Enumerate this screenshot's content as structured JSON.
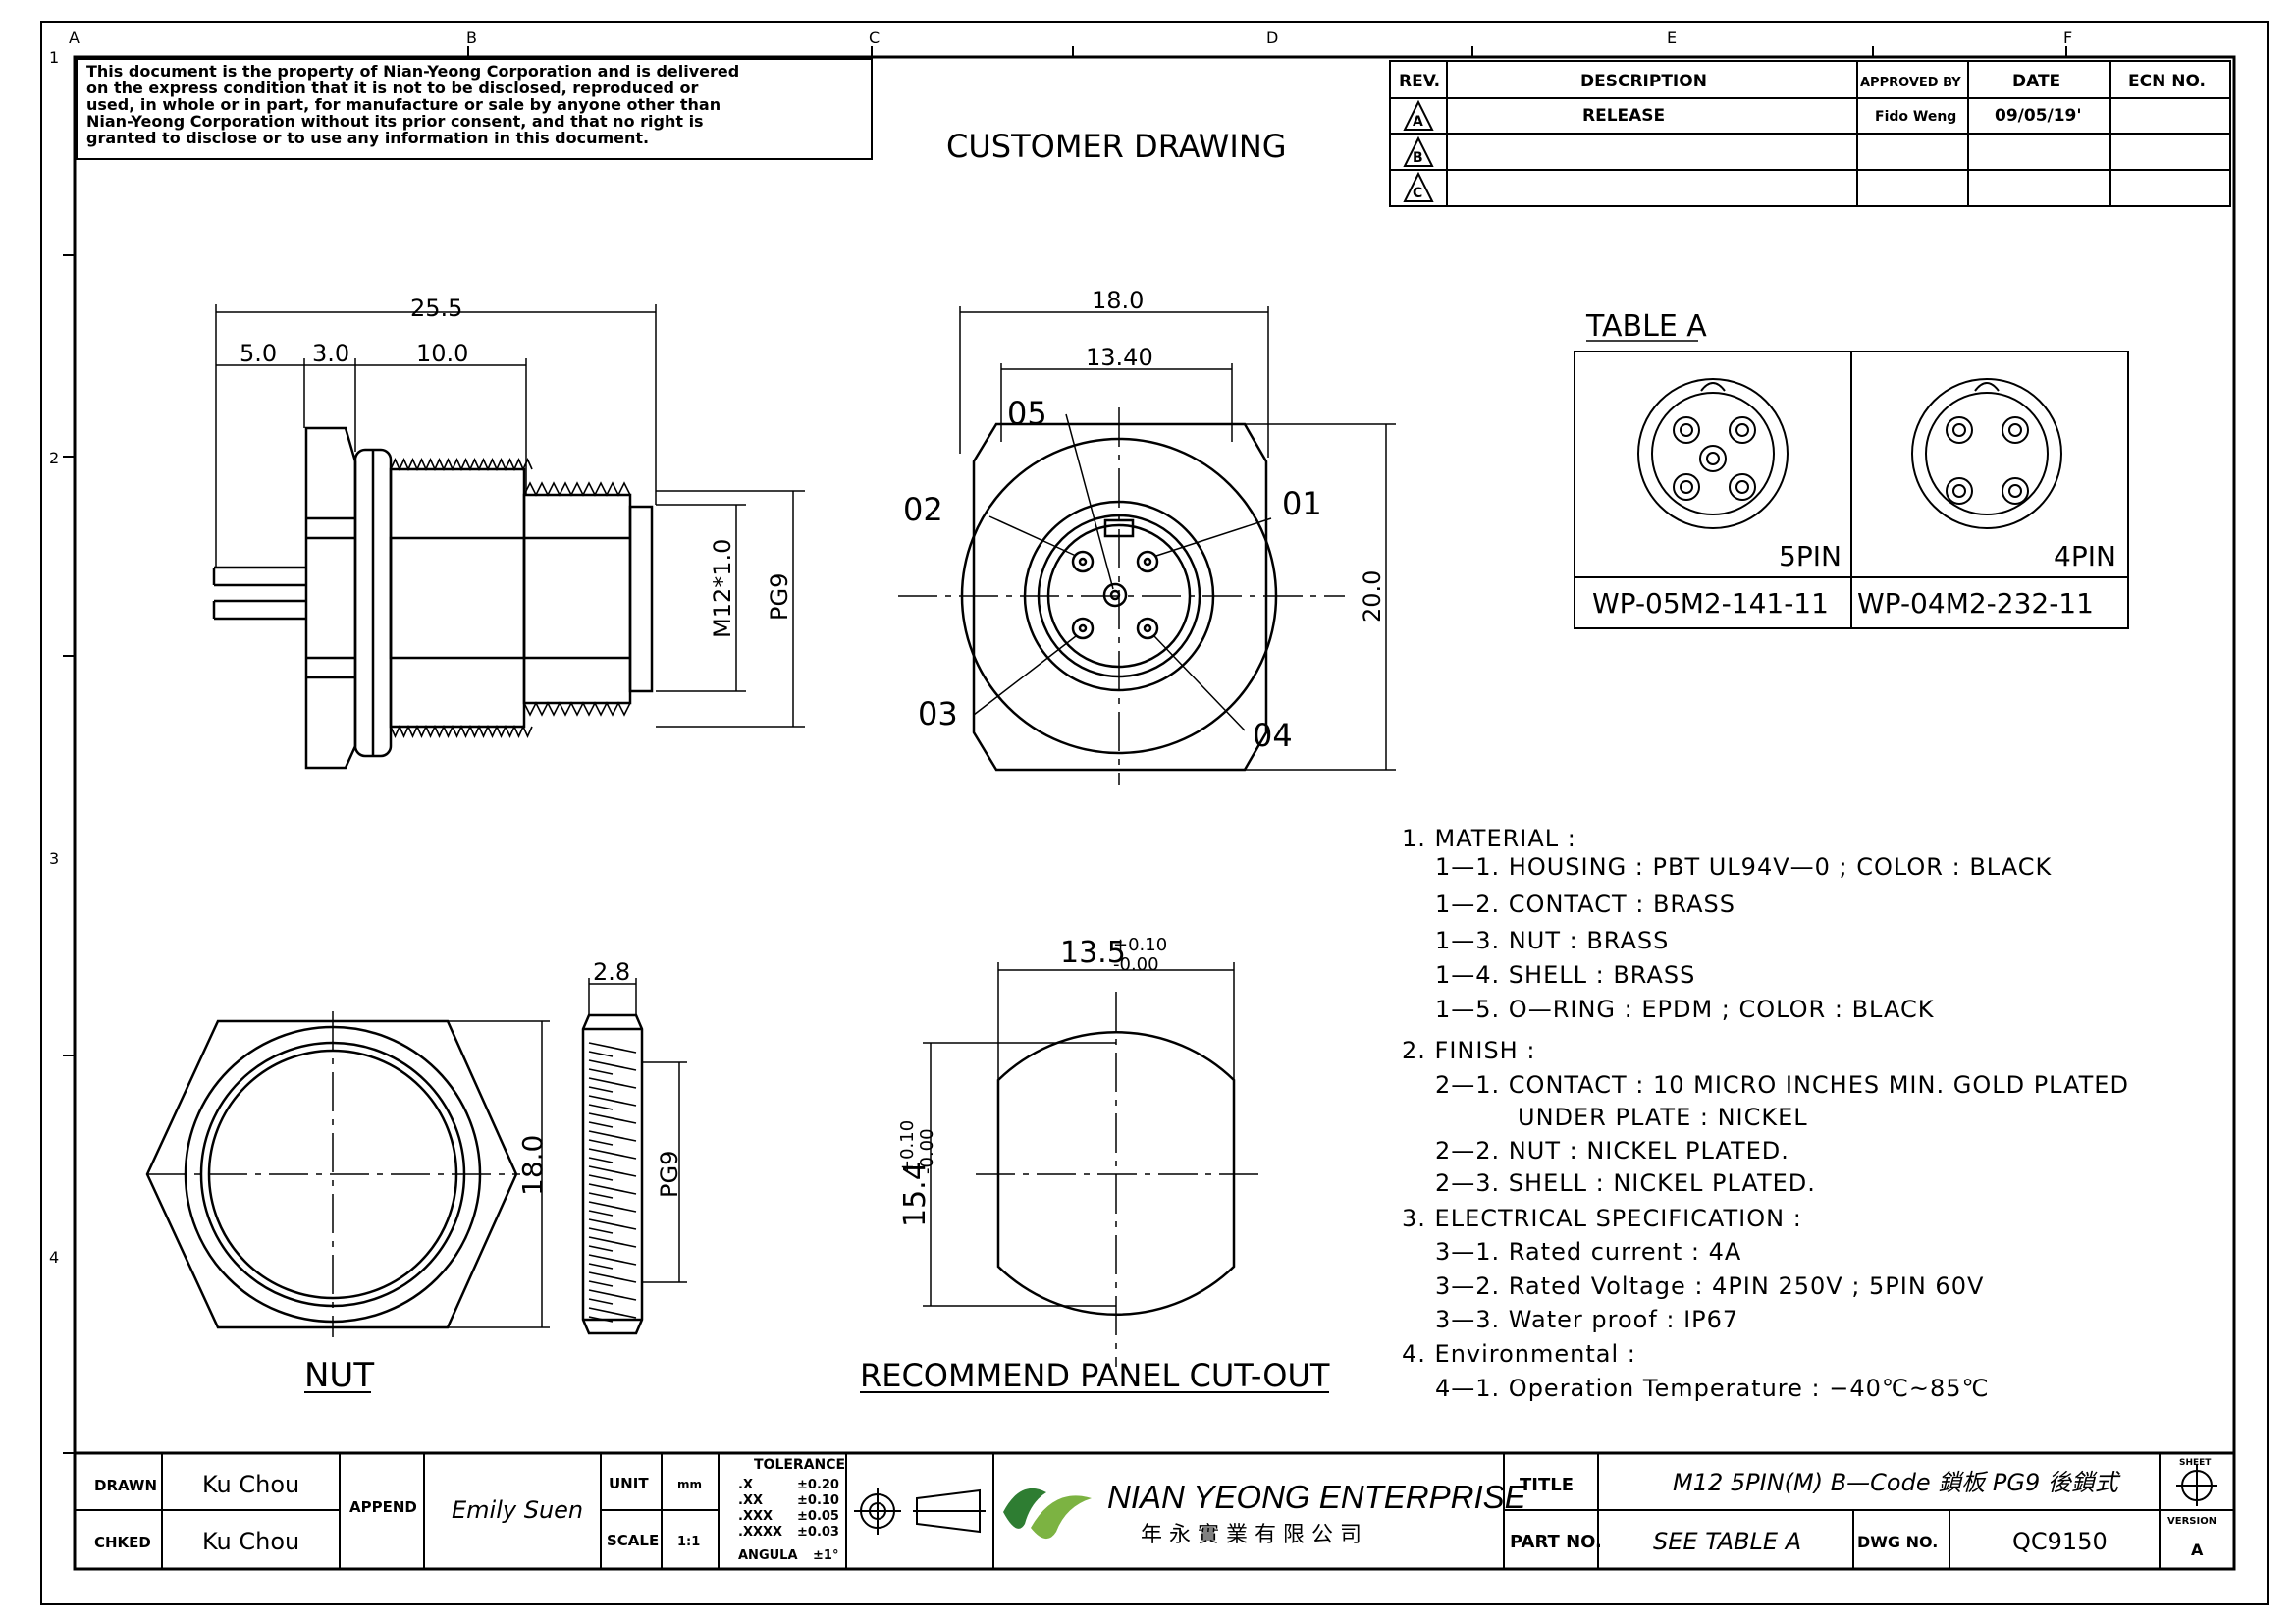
{
  "grid": {
    "columns": [
      "A",
      "B",
      "C",
      "D",
      "E",
      "F"
    ],
    "rows": [
      "1",
      "2",
      "3",
      "4"
    ]
  },
  "disclaimer": [
    "This document is the property of Nian-Yeong Corporation and is delivered",
    "on  the  express condition that it is not to be disclosed, reproduced or",
    "used, in whole or in part, for manufacture or sale by anyone other than",
    "Nian-Yeong Corporation without  its prior consent, and that  no right  is",
    "granted to disclose or to use any information in this  document."
  ],
  "header_title": "CUSTOMER  DRAWING",
  "revision_table": {
    "headers": [
      "REV.",
      "DESCRIPTION",
      "APPROVED BY",
      "DATE",
      "ECN NO."
    ],
    "rows": [
      {
        "rev": "A",
        "description": "RELEASE",
        "approved_by": "Fido Weng",
        "date": "09/05/19'",
        "ecn": ""
      },
      {
        "rev": "B",
        "description": "",
        "approved_by": "",
        "date": "",
        "ecn": ""
      },
      {
        "rev": "C",
        "description": "",
        "approved_by": "",
        "date": "",
        "ecn": ""
      }
    ]
  },
  "side_view": {
    "dims": [
      "25.5",
      "5.0",
      "3.0",
      "10.0",
      "M12*1.0",
      "PG9"
    ]
  },
  "front_view": {
    "dims": [
      "18.0",
      "13.40",
      "20.0"
    ],
    "pins": [
      "05",
      "02",
      "01",
      "03",
      "04"
    ]
  },
  "table_a": {
    "title": "TABLE A",
    "cells": [
      {
        "pins": "5PIN",
        "part": "WP-05M2-141-11"
      },
      {
        "pins": "4PIN",
        "part": "WP-04M2-232-11"
      }
    ]
  },
  "nut_view": {
    "label": "NUT",
    "dims": [
      "2.8",
      "18.0",
      "PG9"
    ]
  },
  "cutout_view": {
    "label": "RECOMMEND  PANEL  CUT-OUT",
    "width": "13.5",
    "width_tol_plus": "+0.10",
    "width_tol_minus": "-0.00",
    "height": "15.4",
    "height_tol_plus": "+0.10",
    "height_tol_minus": "-0.00"
  },
  "notes": [
    "1.  MATERIAL  :",
    "1—1.  HOUSING  :  PBT  UL94V—0  ;  COLOR  :  BLACK",
    "1—2.  CONTACT  :  BRASS",
    "1—3.  NUT  :  BRASS",
    "1—4.  SHELL  :  BRASS",
    "1—5.  O—RING  :  EPDM  ;  COLOR  :  BLACK",
    "2.  FINISH  :",
    "2—1.  CONTACT  :  10  MICRO  INCHES  MIN.  GOLD  PLATED",
    "UNDER  PLATE  :  NICKEL",
    "2—2.  NUT  :  NICKEL  PLATED.",
    "2—3.  SHELL  :  NICKEL  PLATED.",
    "3.  ELECTRICAL  SPECIFICATION  :",
    "3—1.  Rated  current  :  4A",
    "3—2.  Rated  Voltage  :  4PIN  250V  ;  5PIN  60V",
    "3—3.  Water  proof  :  IP67",
    "4.  Environmental  :",
    "4—1.  Operation  Temperature  :  −40℃~85℃"
  ],
  "title_block": {
    "drawn_label": "DRAWN",
    "drawn": "Ku Chou",
    "checked_label": "CHKED",
    "checked": "Ku Chou",
    "append_label": "APPEND",
    "append": "Emily Suen",
    "unit_label": "UNIT",
    "unit": "mm",
    "scale_label": "SCALE",
    "scale": "1:1",
    "tolerance_label": "TOLERANCE",
    "tolerances": [
      {
        "k": ".X",
        "v": "±0.20"
      },
      {
        "k": ".XX",
        "v": "±0.10"
      },
      {
        "k": ".XXX",
        "v": "±0.05"
      },
      {
        "k": ".XXXX",
        "v": "±0.03"
      },
      {
        "k": "ANGULA",
        "v": "±1°"
      }
    ],
    "company_en": "NIAN YEONG ENTERPRISE",
    "company_zh": "年 永 實 業 有 限 公 司",
    "title_label": "TITLE",
    "title": "M12  5PIN(M)  B—Code  鎖板  PG9  後鎖式",
    "part_label": "PART NO.",
    "part": "SEE  TABLE  A",
    "dwg_label": "DWG NO.",
    "dwg": "QC9150",
    "sheet_label": "SHEET",
    "version_label": "VERSION",
    "version": "A"
  }
}
